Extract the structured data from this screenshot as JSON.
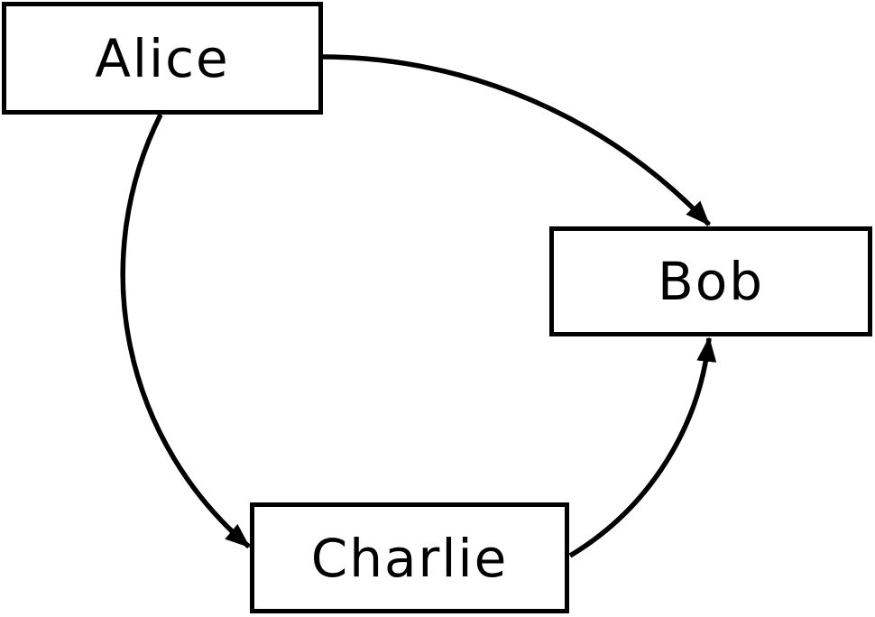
{
  "diagram": {
    "type": "flowchart",
    "background_color": "#ffffff",
    "stroke_color": "#000000",
    "text_color": "#000000",
    "nodes": [
      {
        "id": "alice",
        "label": "Alice"
      },
      {
        "id": "bob",
        "label": "Bob"
      },
      {
        "id": "charlie",
        "label": "Charlie"
      }
    ],
    "edges": [
      {
        "from": "alice",
        "to": "bob",
        "style": "curved-arrow"
      },
      {
        "from": "alice",
        "to": "charlie",
        "style": "curved-arrow"
      },
      {
        "from": "charlie",
        "to": "bob",
        "style": "curved-arrow"
      }
    ]
  }
}
